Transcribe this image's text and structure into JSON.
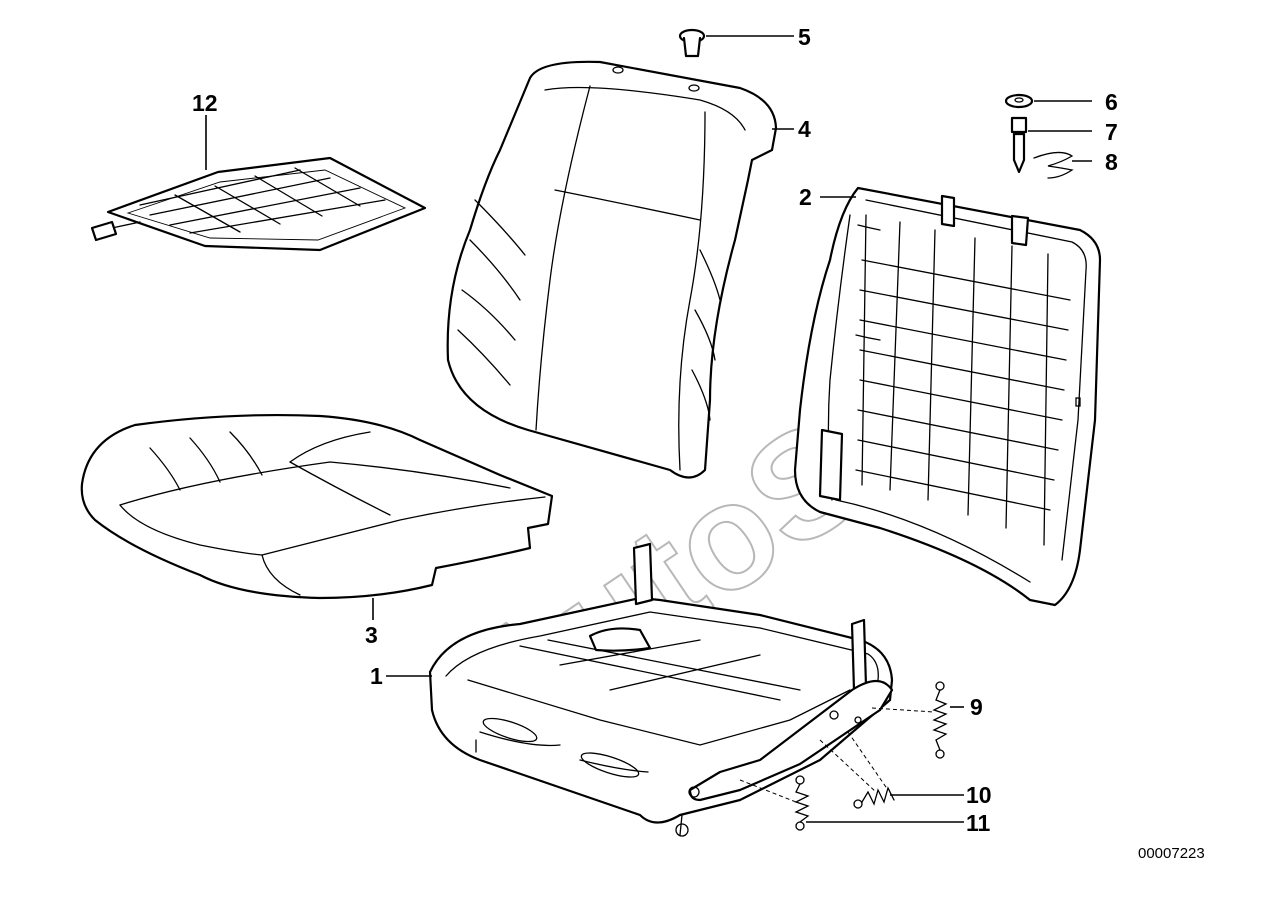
{
  "callouts": {
    "c1": "1",
    "c2": "2",
    "c3": "3",
    "c4": "4",
    "c5": "5",
    "c6": "6",
    "c7": "7",
    "c8": "8",
    "c9": "9",
    "c10": "10",
    "c11": "11",
    "c12": "12"
  },
  "document_number": "00007223",
  "watermark": "AutoSoft"
}
